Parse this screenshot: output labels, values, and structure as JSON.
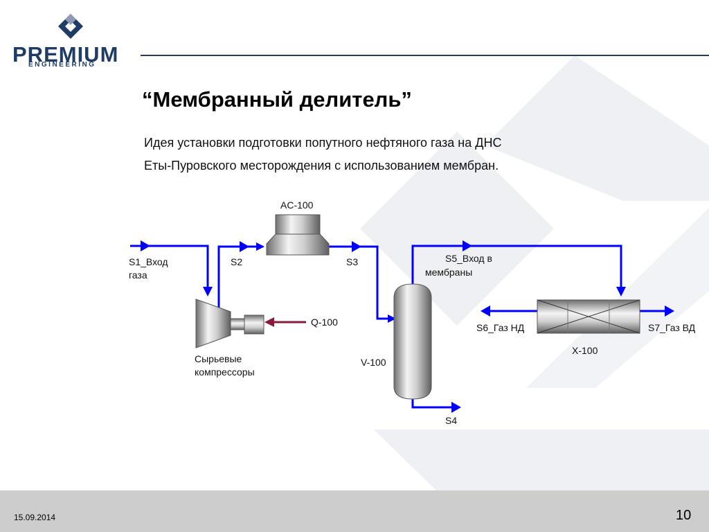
{
  "header": {
    "logo_name": "PREMIUM",
    "logo_sub": "ENGINEERING",
    "brand_color": "#1f3b67"
  },
  "title": "“Мембранный делитель”",
  "subtitle_lines": [
    "Идея установки подготовки попутного нефтяного газа на ДНС",
    "Еты-Пуровского месторождения с использованием мембран."
  ],
  "diagram": {
    "labels": {
      "ac100": "AC-100",
      "s1_line1": "S1_Вход",
      "s1_line2": "газа",
      "s2": "S2",
      "s3": "S3",
      "s4": "S4",
      "s5_line1": "S5_Вход в",
      "s5_line2": "мембраны",
      "s6": "S6_Газ НД",
      "s7": "S7_Газ ВД",
      "q100": "Q-100",
      "v100": "V-100",
      "x100": "X-100",
      "compressor_line1": "Сырьевые",
      "compressor_line2": "компрессоры"
    },
    "colors": {
      "stream": "#0000ff",
      "energy": "#8b1a3a"
    }
  },
  "footer": {
    "date": "15.09.2014",
    "page_number": "10"
  }
}
